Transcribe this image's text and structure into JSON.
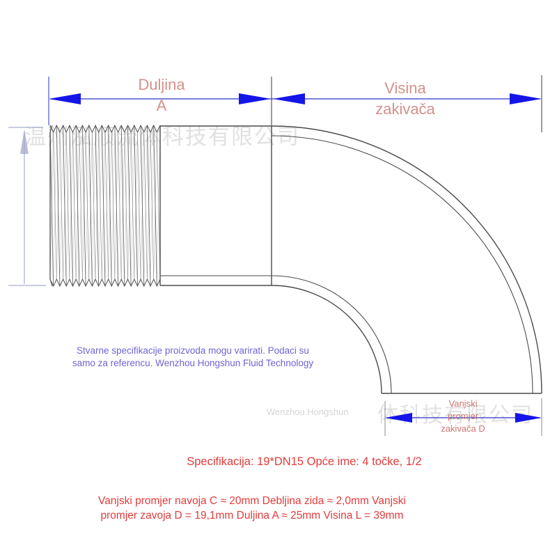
{
  "dimensions": {
    "length_a": {
      "line1": "Duljina",
      "line2": "A"
    },
    "height": {
      "line1": "Visina",
      "line2": "zakivača"
    },
    "outer_diameter_d": {
      "line1": "Vanjski",
      "line2": "promjer",
      "line3": "zakivača D"
    }
  },
  "watermarks": {
    "top_cn": "温州泓顺流体科技有限公司",
    "bottom_en": "Wenzhou Hongshun",
    "bottom_cn": "体科技有限公司"
  },
  "disclaimer": {
    "line1": "Stvarne specifikacije proizvoda mogu varirati. Podaci su",
    "line2": "samo za referencu. Wenzhou Hongshun Fluid Technology"
  },
  "spec": {
    "line1": "Specifikacija: 19*DN15 Opće ime: 4 točke, 1/2",
    "details_line1": "Vanjski promjer navoja C ≈ 20mm Debljina zida ≈ 2,0mm Vanjski",
    "details_line2": "promjer zavoja D = 19,1mm Duljina A ≈ 25mm Visina L = 39mm"
  },
  "colors": {
    "arrow": "#1515e8",
    "dimension_line": "#2a35c8",
    "outline": "#4a4a4a",
    "dimension_label": "#d4918c",
    "small_label": "#cf7471",
    "disclaimer": "#6e63d4",
    "spec": "#e23b3b",
    "watermark": "#e1e1e1"
  }
}
